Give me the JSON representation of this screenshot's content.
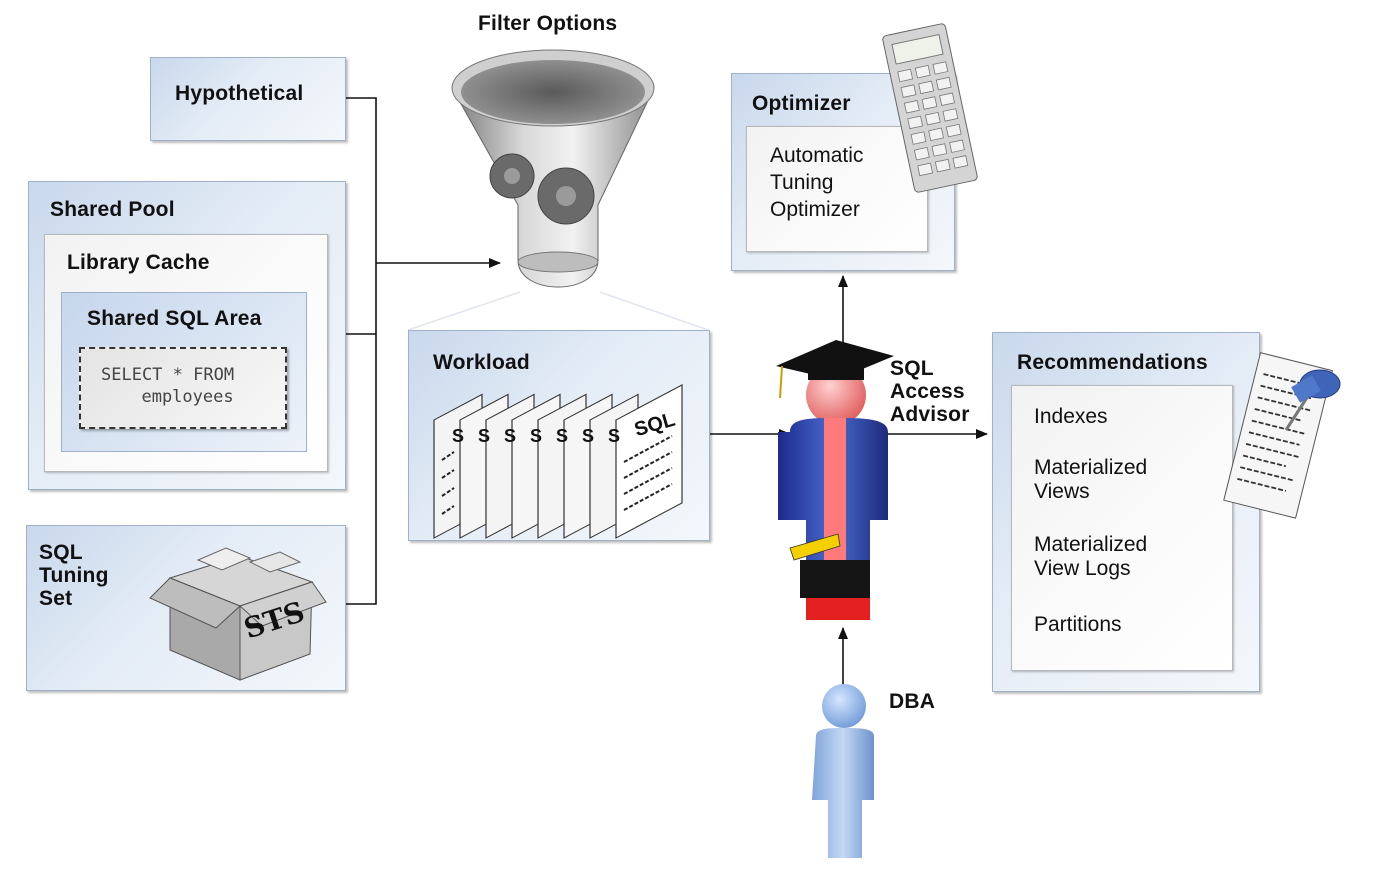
{
  "filter": {
    "title": "Filter Options"
  },
  "hypothetical": {
    "title": "Hypothetical"
  },
  "shared_pool": {
    "title": "Shared Pool",
    "library_cache": {
      "title": "Library Cache",
      "shared_sql_area": {
        "title": "Shared SQL Area",
        "statement_line1": "SELECT * FROM",
        "statement_line2": "  employees"
      }
    }
  },
  "sts": {
    "title_line1": "SQL",
    "title_line2": "Tuning",
    "title_line3": "Set",
    "box_label": "STS"
  },
  "workload": {
    "title": "Workload",
    "doc_label": "SQL",
    "doc_tab_letter": "S"
  },
  "optimizer": {
    "title": "Optimizer",
    "inner_line1": "Automatic",
    "inner_line2": "Tuning",
    "inner_line3": "Optimizer"
  },
  "advisor": {
    "label_line1": "SQL",
    "label_line2": "Access",
    "label_line3": "Advisor"
  },
  "dba": {
    "label": "DBA"
  },
  "recommendations": {
    "title": "Recommendations",
    "items": [
      {
        "line1": "Indexes",
        "line2": ""
      },
      {
        "line1": "Materialized",
        "line2": "Views"
      },
      {
        "line1": "Materialized",
        "line2": "View Logs"
      },
      {
        "line1": "Partitions",
        "line2": ""
      }
    ]
  }
}
